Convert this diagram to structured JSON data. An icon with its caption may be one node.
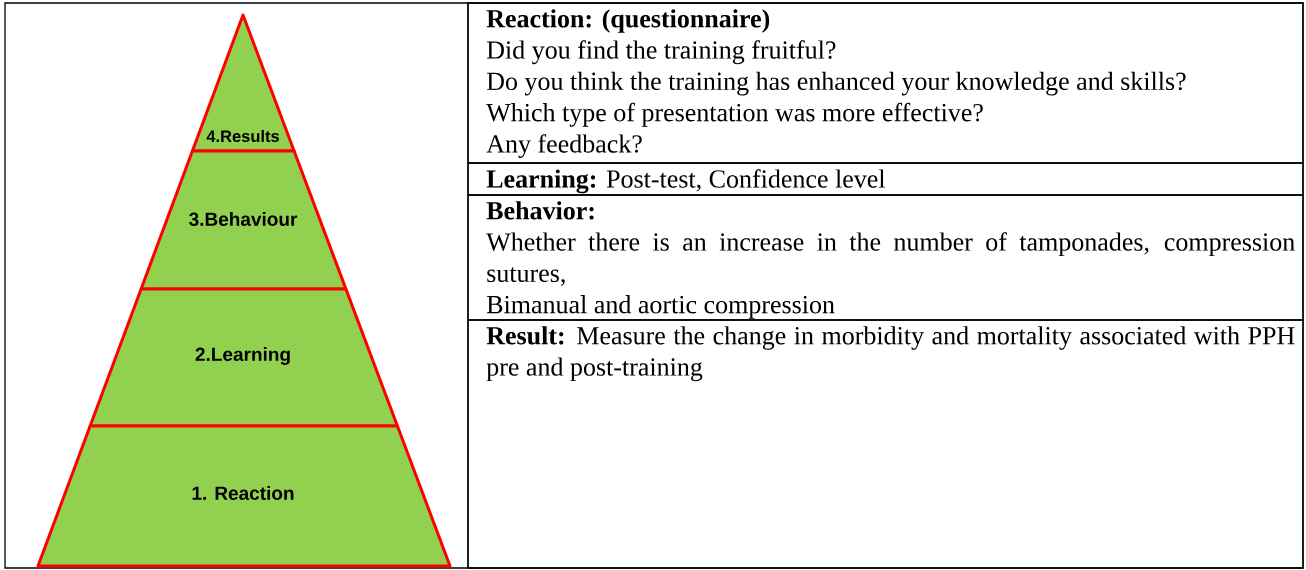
{
  "diagram": {
    "nodes": [
      {
        "text": [
          "4.Results"
        ]
      },
      {
        "text": [
          "3.Behaviour"
        ]
      },
      {
        "text": [
          "2.Learning"
        ]
      },
      {
        "text": [
          "1. Reaction"
        ]
      },
      {
        "text": [
          "Reaction: (questionnaire)",
          "Did you find the training fruitful?",
          "Do you think the training has enhanced your knowledge and skills?",
          "Which type of presentation was more effective?",
          "Any feedback?"
        ]
      },
      {
        "text": [
          "**Learning:** Post-test, Confidence level"
        ]
      },
      {
        "text": [
          "Behavior:",
          "Whether there is an increase in the number of tamponades, compression sutures,",
          "Bimanual and aortic compression"
        ]
      },
      {
        "text": [
          "**Result:** Measure the change in morbidity and mortality associated with PPH pre and post-training"
        ]
      }
    ]
  }
}
